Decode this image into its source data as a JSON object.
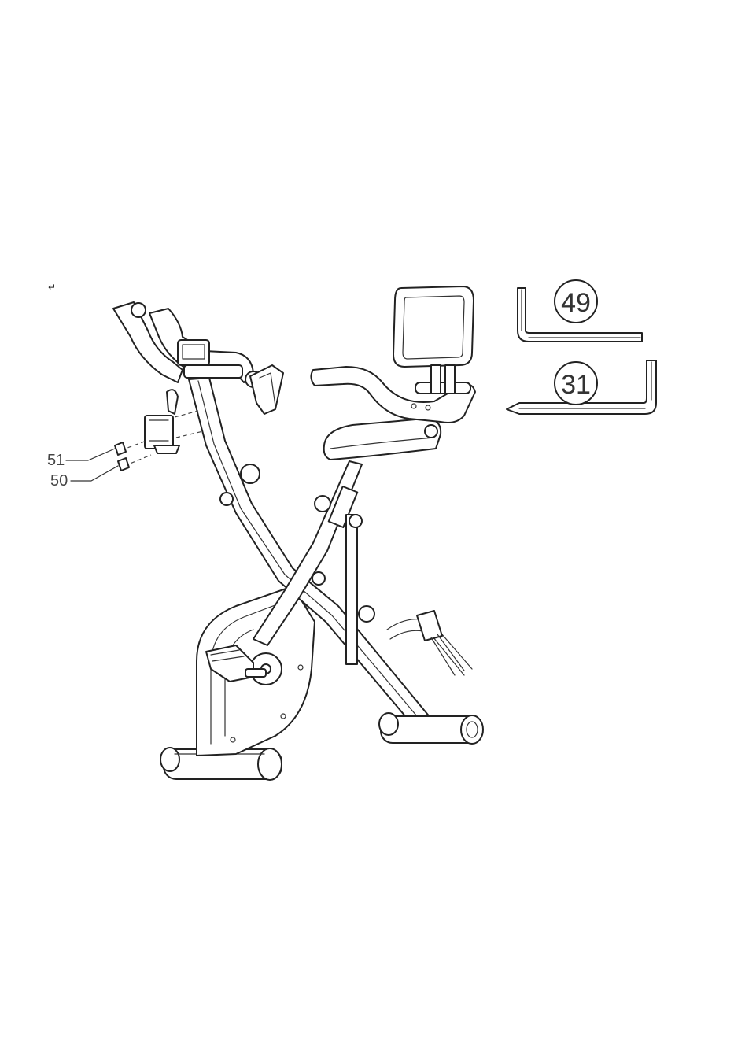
{
  "return_mark": "↵",
  "callouts": {
    "part_51": "51",
    "part_50": "50"
  },
  "tools": {
    "tool_49": "49",
    "tool_31": "31"
  }
}
